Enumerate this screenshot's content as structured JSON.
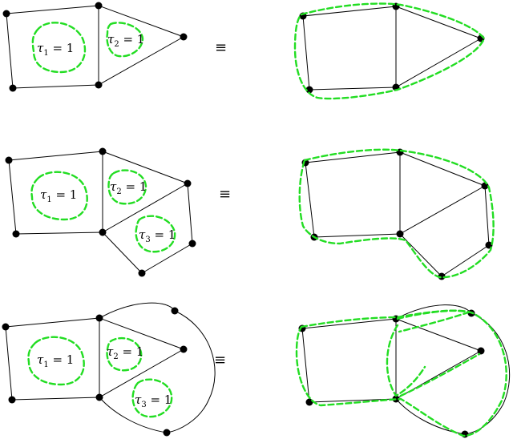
{
  "equivalence_symbol": "≡",
  "rows": [
    {
      "left": {
        "labels": [
          {
            "symbol": "τ",
            "subscript": "1",
            "rest": " = 1"
          },
          {
            "symbol": "τ",
            "subscript": "2",
            "rest": " = 1"
          }
        ]
      }
    },
    {
      "left": {
        "labels": [
          {
            "symbol": "τ",
            "subscript": "1",
            "rest": " = 1"
          },
          {
            "symbol": "τ",
            "subscript": "2",
            "rest": " = 1"
          },
          {
            "symbol": "τ",
            "subscript": "3",
            "rest": " = 1"
          }
        ]
      }
    },
    {
      "left": {
        "labels": [
          {
            "symbol": "τ",
            "subscript": "1",
            "rest": " = 1"
          },
          {
            "symbol": "τ",
            "subscript": "2",
            "rest": " = 1"
          },
          {
            "symbol": "τ",
            "subscript": "3",
            "rest": " = 1"
          }
        ]
      }
    }
  ]
}
